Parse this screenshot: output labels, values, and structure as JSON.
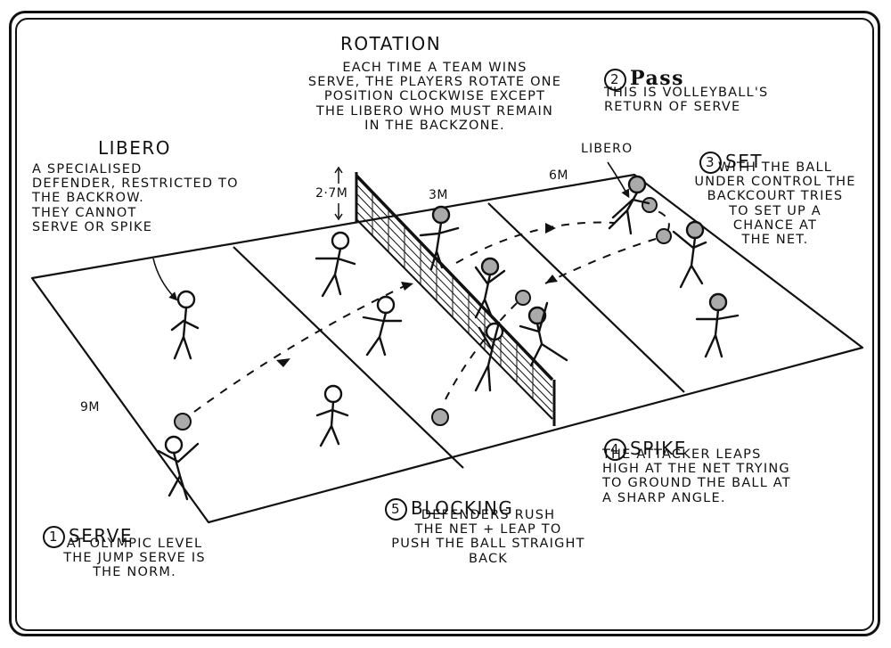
{
  "rotation": {
    "title": "ROTATION",
    "body": "EACH TIME A TEAM WINS\nSERVE, THE PLAYERS ROTATE ONE\nPOSITION CLOCKWISE EXCEPT\nTHE LIBERO WHO MUST REMAIN\nIN THE BACKZONE."
  },
  "pass": {
    "number": "2",
    "title": "Pass",
    "body": "THIS IS VOLLEYBALL'S\nRETURN OF SERVE"
  },
  "set": {
    "number": "3",
    "title": "SET",
    "body": "WITH THE BALL\nUNDER CONTROL THE\nBACKCOURT TRIES\nTO SET UP A\nCHANCE AT\nTHE NET."
  },
  "libero": {
    "title": "LIBERO",
    "body": "A SPECIALISED\nDEFENDER, RESTRICTED TO\nTHE BACKROW.\nTHEY CANNOT\nSERVE OR SPIKE"
  },
  "libero_tag": "LIBERO",
  "spike": {
    "number": "4",
    "title": "SPIKE",
    "body": "THE ATTACKER LEAPS\nHIGH AT THE NET TRYING\nTO GROUND THE BALL AT\nA SHARP ANGLE."
  },
  "blocking": {
    "number": "5",
    "title": "BLOCKING",
    "body": "DEFENDERS RUSH\nTHE NET + LEAP TO\nPUSH THE BALL STRAIGHT\nBACK"
  },
  "serve": {
    "number": "1",
    "title": "SERVE",
    "body": "AT OLYMPIC LEVEL\nTHE JUMP SERVE IS\nTHE NORM."
  },
  "measurements": {
    "net_height": "2·7M",
    "attack_line": "3M",
    "court_half": "6M",
    "court_width": "9M"
  },
  "colors": {
    "ink": "#111111",
    "head_fill": "#aaaaaa",
    "background": "#ffffff"
  }
}
